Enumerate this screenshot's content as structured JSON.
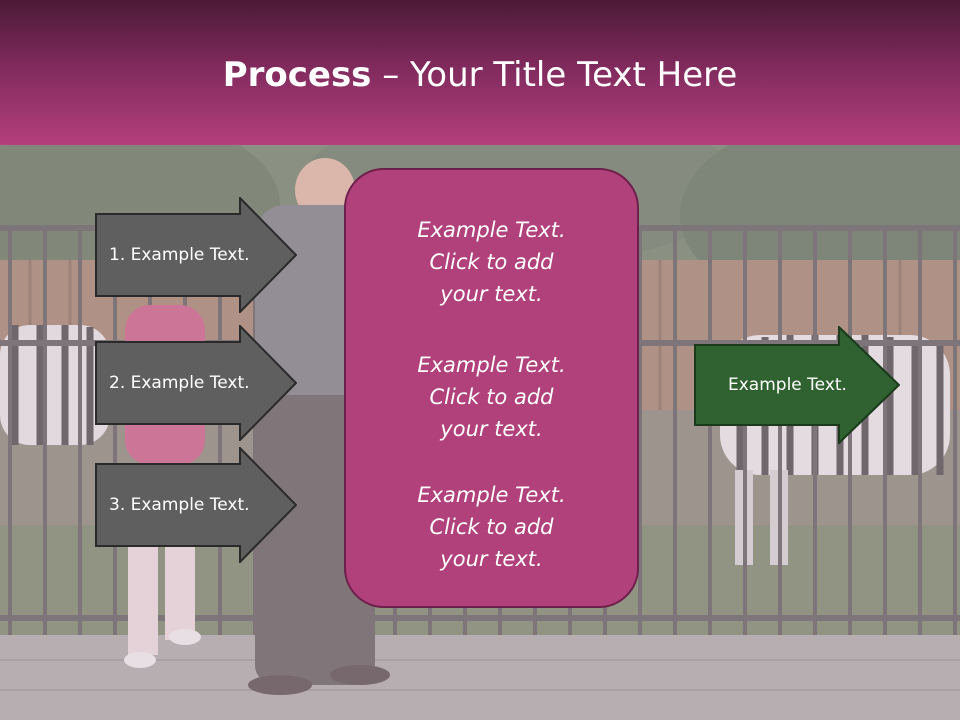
{
  "slide": {
    "title_bold": "Process",
    "title_rest": " – Your Title Text Here"
  },
  "left_steps": [
    {
      "label": "1. Example Text."
    },
    {
      "label": "2. Example Text."
    },
    {
      "label": "3. Example Text."
    }
  ],
  "center_blocks": [
    {
      "line1": "Example Text.",
      "line2": "Click  to add",
      "line3": "your text."
    },
    {
      "line1": "Example Text.",
      "line2": "Click  to add",
      "line3": "your text."
    },
    {
      "line1": "Example Text.",
      "line2": "Click  to add",
      "line3": "your text."
    }
  ],
  "right_arrow": {
    "label": "Example Text."
  },
  "colors": {
    "header_dark": "#4c1a37",
    "header_light": "#b43f7e",
    "center_fill": "#b0417b",
    "left_arrow_fill": "#5f5f5f",
    "right_arrow_fill": "#2f6230"
  },
  "background_image": {
    "subject": "zoo-fence-with-zebras-and-visitors"
  }
}
